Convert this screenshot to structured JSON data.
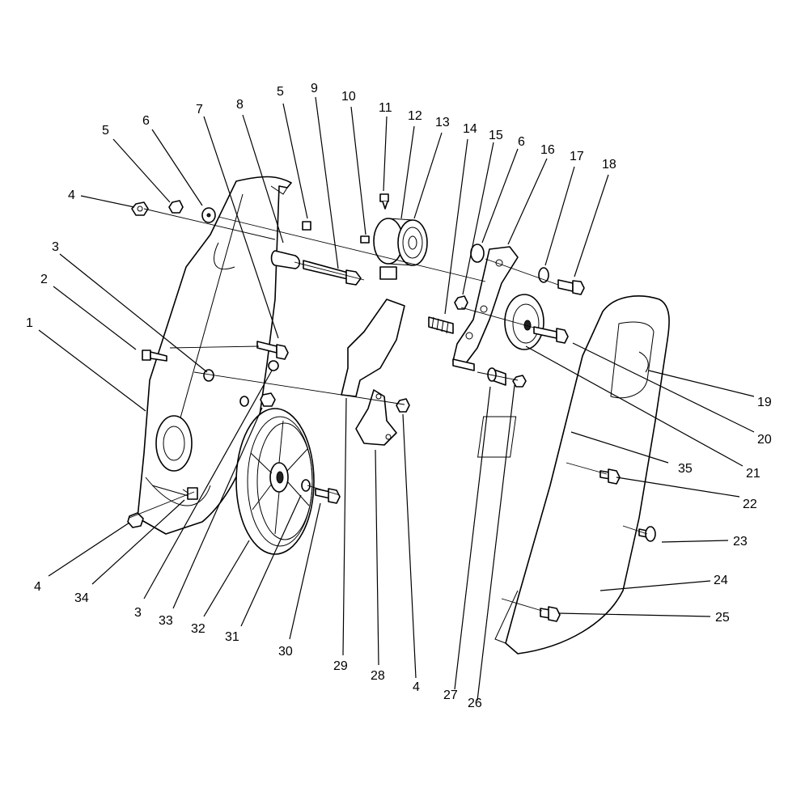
{
  "callouts": [
    {
      "id": "c1",
      "label": "1"
    },
    {
      "id": "c2",
      "label": "2"
    },
    {
      "id": "c3a",
      "label": "3"
    },
    {
      "id": "c3b",
      "label": "3"
    },
    {
      "id": "c4a",
      "label": "4"
    },
    {
      "id": "c4b",
      "label": "4"
    },
    {
      "id": "c4c",
      "label": "4"
    },
    {
      "id": "c5a",
      "label": "5"
    },
    {
      "id": "c5b",
      "label": "5"
    },
    {
      "id": "c6a",
      "label": "6"
    },
    {
      "id": "c6b",
      "label": "6"
    },
    {
      "id": "c7",
      "label": "7"
    },
    {
      "id": "c8",
      "label": "8"
    },
    {
      "id": "c9",
      "label": "9"
    },
    {
      "id": "c10",
      "label": "10"
    },
    {
      "id": "c11",
      "label": "11"
    },
    {
      "id": "c12",
      "label": "12"
    },
    {
      "id": "c13",
      "label": "13"
    },
    {
      "id": "c14",
      "label": "14"
    },
    {
      "id": "c15",
      "label": "15"
    },
    {
      "id": "c16",
      "label": "16"
    },
    {
      "id": "c17",
      "label": "17"
    },
    {
      "id": "c18",
      "label": "18"
    },
    {
      "id": "c19",
      "label": "19"
    },
    {
      "id": "c20",
      "label": "20"
    },
    {
      "id": "c21",
      "label": "21"
    },
    {
      "id": "c22",
      "label": "22"
    },
    {
      "id": "c23",
      "label": "23"
    },
    {
      "id": "c24",
      "label": "24"
    },
    {
      "id": "c25",
      "label": "25"
    },
    {
      "id": "c26",
      "label": "26"
    },
    {
      "id": "c27",
      "label": "27"
    },
    {
      "id": "c28",
      "label": "28"
    },
    {
      "id": "c29",
      "label": "29"
    },
    {
      "id": "c30",
      "label": "30"
    },
    {
      "id": "c31",
      "label": "31"
    },
    {
      "id": "c32",
      "label": "32"
    },
    {
      "id": "c33",
      "label": "33"
    },
    {
      "id": "c34",
      "label": "34"
    },
    {
      "id": "c35",
      "label": "35"
    }
  ]
}
